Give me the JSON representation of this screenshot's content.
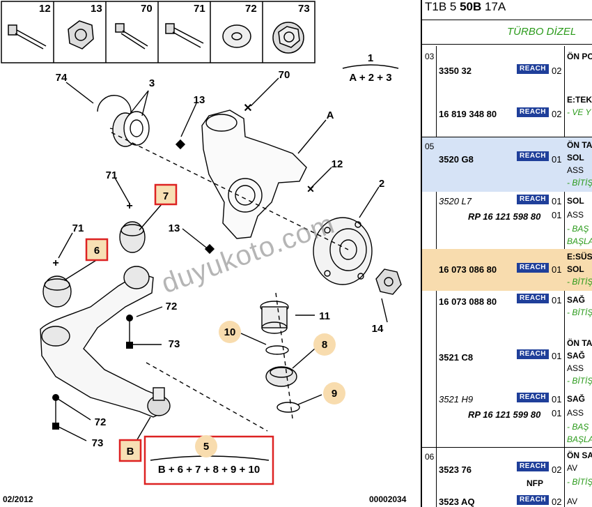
{
  "diagram": {
    "top_boxes": [
      "12",
      "13",
      "70",
      "71",
      "72",
      "73"
    ],
    "callouts": {
      "c1": "1",
      "c1_formula": "A + 2 + 3",
      "c2": "2",
      "c3": "3",
      "c74": "74",
      "c70": "70",
      "c13a": "13",
      "cA": "A",
      "c12": "12",
      "c71a": "71",
      "c7": "7",
      "c13b": "13",
      "c71b": "71",
      "c6": "6",
      "c72a": "72",
      "c73a": "73",
      "c72b": "72",
      "c73b": "73",
      "c11": "11",
      "c10": "10",
      "c8": "8",
      "c9": "9",
      "c14": "14",
      "cB": "B",
      "c5": "5",
      "c5_formula": "B + 6 + 7 + 8 + 9 + 10"
    },
    "date": "02/2012",
    "code": "00002034",
    "watermark": "duyukoto.com"
  },
  "panel": {
    "title_pre": "T1B 5 ",
    "title_bold": "50B",
    "title_post": " 17A",
    "subtitle": "TÜRBO DİZEL",
    "badge": "REACH",
    "rows": [
      {
        "sec": "03",
        "part": "3350 32",
        "qty": "02",
        "desc": "ÖN PO"
      },
      {
        "part": "16 819 348 80",
        "qty": "02",
        "desc": "E:TEK",
        "desc2": "- VE Y"
      },
      {
        "sec": "05",
        "part": "3520 G8",
        "qty": "01",
        "desc": "ÖN TA",
        "desc2": "SOL",
        "desc3": "ASS",
        "desc4": "- BİTİŞ"
      },
      {
        "part": "3520 L7",
        "qty": "01",
        "desc": "SOL",
        "part2": "RP 16 121 598 80",
        "qty2": "01",
        "desc2": "ASS",
        "desc3": "- BAŞ",
        "desc4": "BAŞLA"
      },
      {
        "part": "16 073 086 80",
        "qty": "01",
        "desc": "E:SÜS",
        "desc2": "SOL",
        "desc3": "- BİTİŞ"
      },
      {
        "part": "16 073 088 80",
        "qty": "01",
        "desc": "SAĞ",
        "desc2": "- BİTİŞ"
      },
      {
        "part": "3521 C8",
        "qty": "01",
        "desc": "ÖN TA",
        "desc2": "SAĞ",
        "desc3": "ASS",
        "desc4": "- BİTİŞ"
      },
      {
        "part": "3521 H9",
        "qty": "01",
        "desc": "SAĞ",
        "part2": "RP 16 121 599 80",
        "qty2": "01",
        "desc2": "ASS",
        "desc3": "- BAŞ",
        "desc4": "BAŞLA"
      },
      {
        "sec": "06",
        "part": "3523 76",
        "qty": "02",
        "desc": "ÖN SA",
        "desc2": "AV",
        "nfp": "NFP",
        "desc3": "- BİTİŞ"
      },
      {
        "part": "3523 AQ",
        "qty": "02",
        "desc": "AV"
      }
    ]
  }
}
